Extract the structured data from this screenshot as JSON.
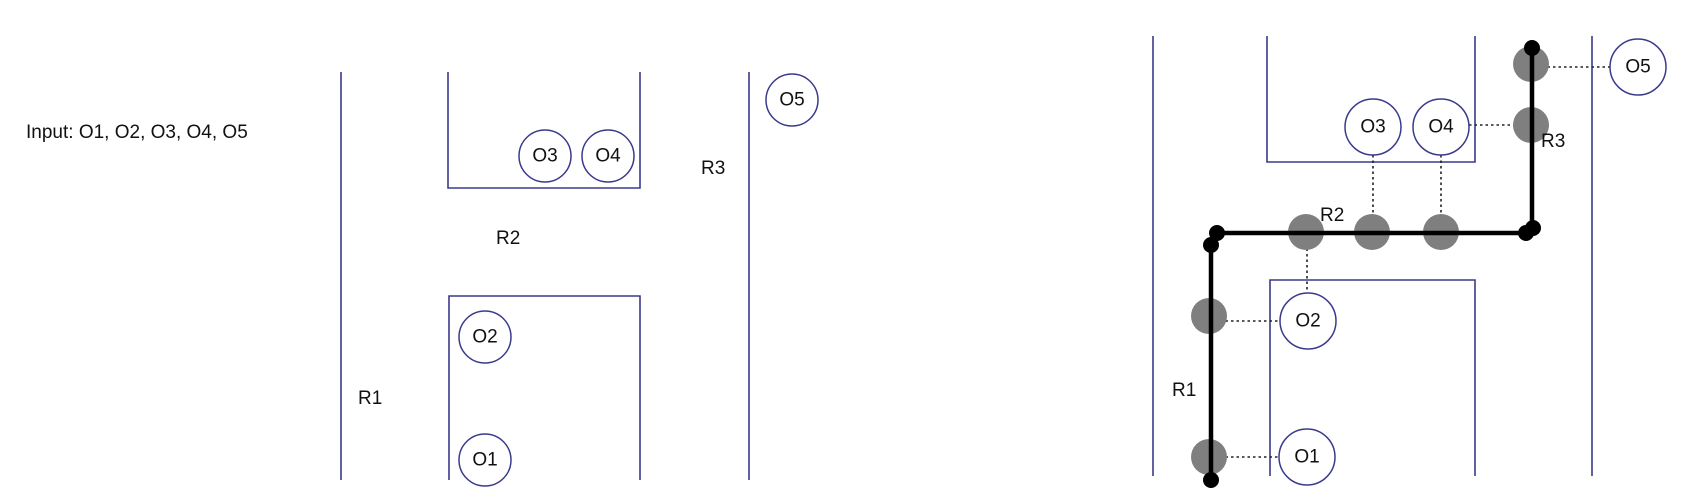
{
  "input_label": "Input: O1, O2, O3, O4, O5",
  "left_panel": {
    "regions": {
      "r1": "R1",
      "r2": "R2",
      "r3": "R3"
    },
    "objects": {
      "o1": "O1",
      "o2": "O2",
      "o3": "O3",
      "o4": "O4",
      "o5": "O5"
    }
  },
  "right_panel": {
    "regions": {
      "r1": "R1",
      "r2": "R2",
      "r3": "R3"
    },
    "objects": {
      "o1": "O1",
      "o2": "O2",
      "o3": "O3",
      "o4": "O4",
      "o5": "O5"
    }
  },
  "colors": {
    "walls": "#3a3a8c",
    "path": "#000000",
    "sample_points": "#7f7f7f"
  }
}
